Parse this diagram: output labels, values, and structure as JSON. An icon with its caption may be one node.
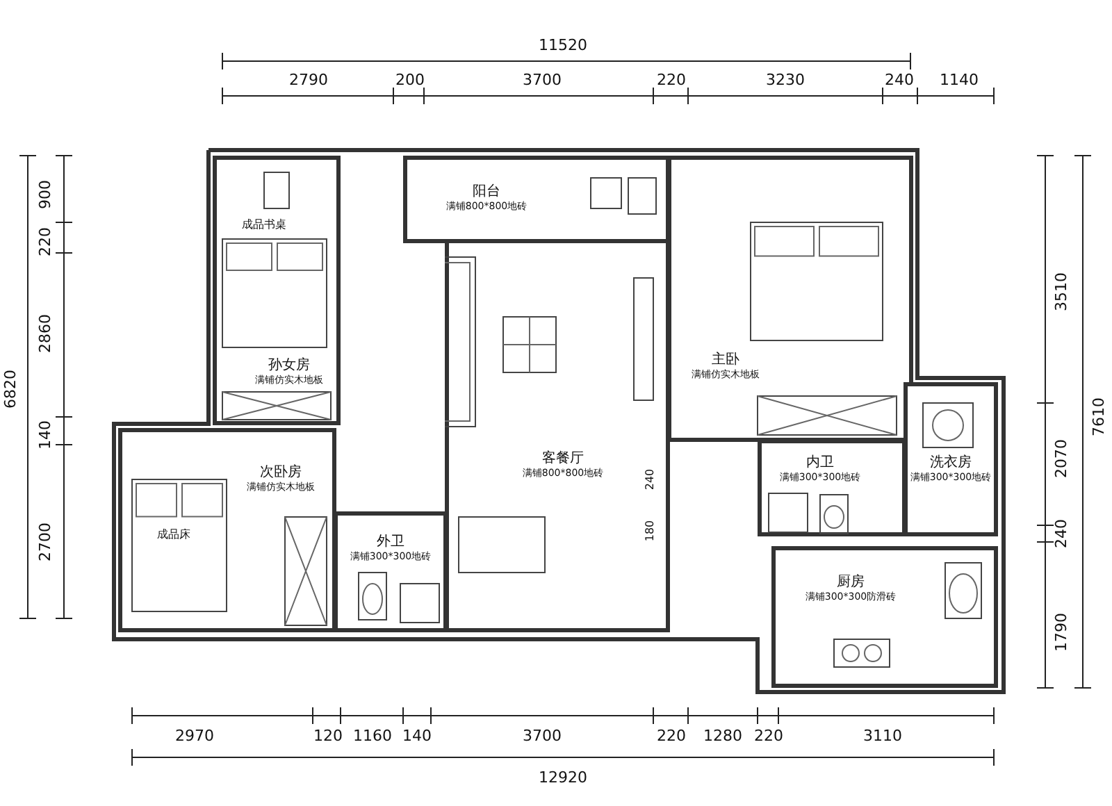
{
  "diagram": {
    "nodes": [
      {
        "text": [
          "孙女房",
          "满铺仿实木地板"
        ]
      },
      {
        "text": [
          "阳台",
          "满铺800*800地砖"
        ]
      },
      {
        "text": [
          "客餐厅",
          "满铺800*800地砖"
        ]
      },
      {
        "text": [
          "主卧",
          "满铺仿实木地板"
        ]
      },
      {
        "text": [
          "次卧房",
          "满铺仿实木地板"
        ]
      },
      {
        "text": [
          "外卫",
          "满铺300*300地砖"
        ]
      },
      {
        "text": [
          "内卫",
          "满铺300*300地砖"
        ]
      },
      {
        "text": [
          "洗衣房",
          "满铺300*300地砖"
        ]
      },
      {
        "text": [
          "厨房",
          "满铺300*300防滑砖"
        ]
      }
    ],
    "labels": [
      "11520",
      "2790",
      "200",
      "3700",
      "220",
      "3230",
      "240",
      "1140",
      "成品书桌",
      "900",
      "220",
      "2860",
      "140",
      "2700",
      "6820",
      "3510",
      "2070",
      "240",
      "1790",
      "7610",
      "成品床",
      "240",
      "180",
      "2970",
      "120",
      "1160",
      "140",
      "3700",
      "220",
      "1280",
      "220",
      "3110",
      "12920"
    ]
  }
}
